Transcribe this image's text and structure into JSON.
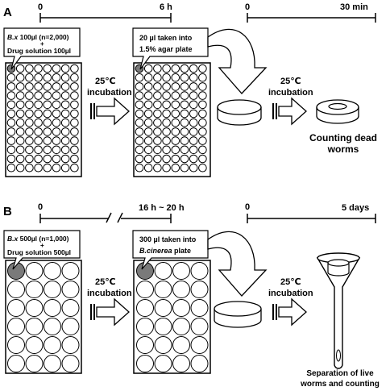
{
  "panelA": {
    "label": "A",
    "timeline1": {
      "start": "0",
      "end": "6 h"
    },
    "timeline2": {
      "start": "0",
      "end": "30 min"
    },
    "box1": {
      "line1_italic": "B.x",
      "line1_rest": " 100µl (n=2,000)",
      "plus": "+",
      "line2": "Drug solution 100µl"
    },
    "box2": {
      "line1": "20 µl taken into",
      "line2": "1.5% agar plate"
    },
    "incubation1": {
      "temp": "25℃",
      "label": "incubation"
    },
    "incubation2": {
      "temp": "25℃",
      "label": "incubation"
    },
    "result": {
      "line1": "Counting dead",
      "line2": "worms"
    }
  },
  "panelB": {
    "label": "B",
    "timeline1": {
      "start": "0",
      "end": "16 h ~ 20 h"
    },
    "timeline2": {
      "start": "0",
      "end": "5 days"
    },
    "box1": {
      "line1_italic": "B.x",
      "line1_rest": " 500µl (n=1,000)",
      "plus": "+",
      "line2": "Drug solution 500µl"
    },
    "box2": {
      "line1": "300 µl taken into",
      "line2": "B.cinerea",
      "line2_rest": " plate"
    },
    "incubation1": {
      "temp": "25℃",
      "label": "incubation"
    },
    "incubation2": {
      "temp": "25℃",
      "label": "incubation"
    },
    "result": {
      "line1": "Separation of live",
      "line2": "worms and counting"
    }
  },
  "colors": {
    "ink": "#000000",
    "well_fill": "#ffffff",
    "highlight_well": "#7a7a7a",
    "arrow_fill": "#ffffff"
  }
}
